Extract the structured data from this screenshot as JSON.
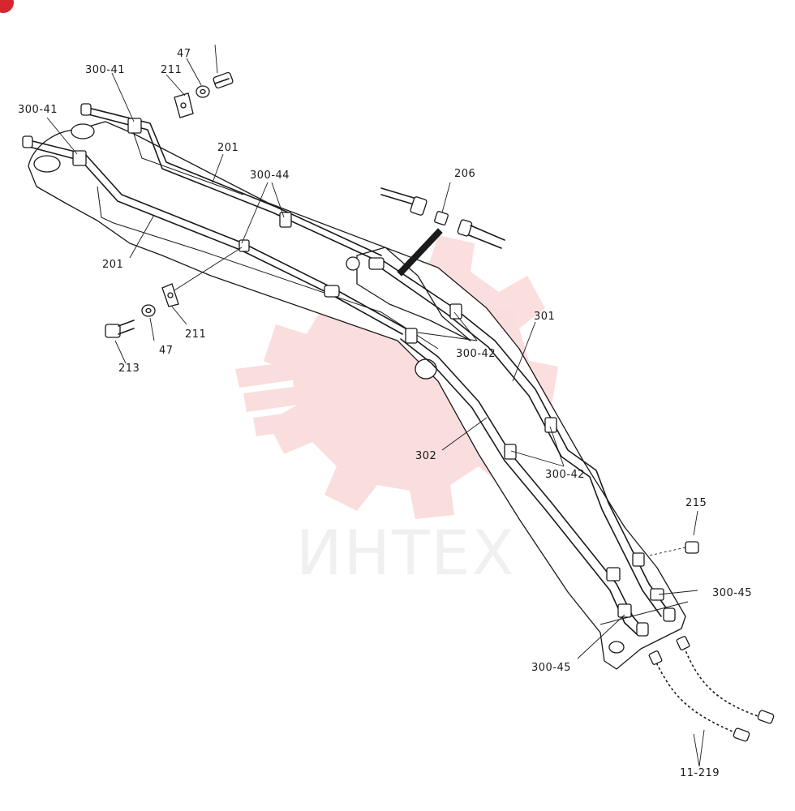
{
  "watermark": {
    "text": "ИНТЕХ",
    "color": "#f3b8b8"
  },
  "corner_badge": {
    "icon": "red-corner-badge",
    "color": "#d6262e"
  },
  "labels": {
    "l_300_41_top": "300-41",
    "l_211_top": "211",
    "l_47_top": "47",
    "l_300_41_left": "300-41",
    "l_201_top": "201",
    "l_300_44": "300-44",
    "l_206": "206",
    "l_201_left": "201",
    "l_211_bottom": "211",
    "l_47_bottom": "47",
    "l_213": "213",
    "l_300_42_upper": "300-42",
    "l_301": "301",
    "l_302": "302",
    "l_300_42_lower": "300-42",
    "l_215": "215",
    "l_300_45_right": "300-45",
    "l_300_45_left": "300-45",
    "l_11_219": "11-219"
  }
}
